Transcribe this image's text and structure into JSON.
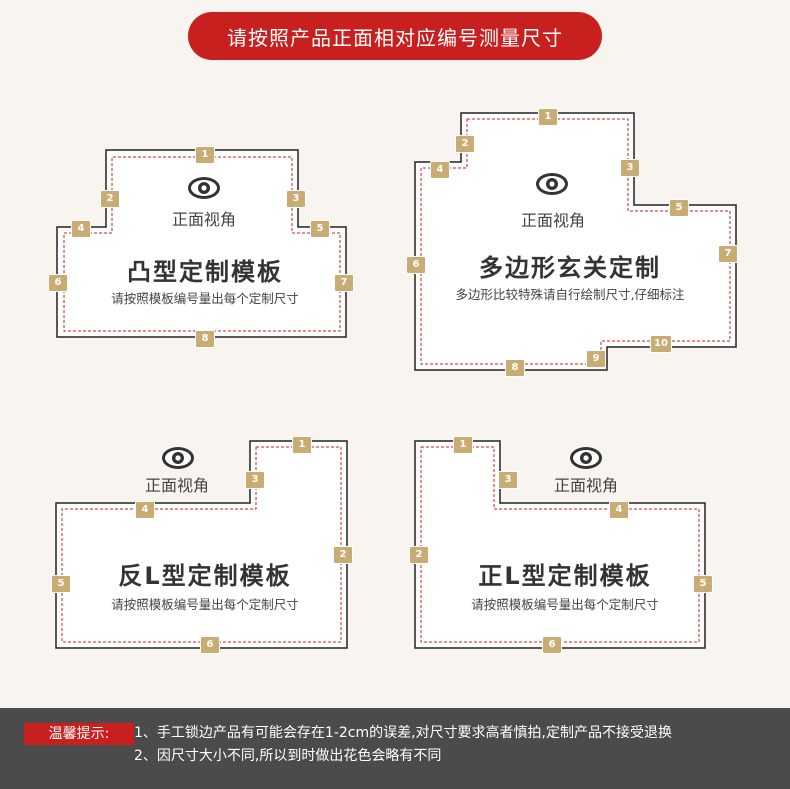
{
  "header": {
    "title": "请按照产品正面相对应编号测量尺寸"
  },
  "panels": [
    {
      "id": "convex",
      "view_label": "正面视角",
      "title": "凸型定制模板",
      "subtitle": "请按照模板编号量出每个定制尺寸",
      "numbers": [
        "1",
        "2",
        "3",
        "4",
        "5",
        "6",
        "7",
        "8"
      ]
    },
    {
      "id": "polygon",
      "view_label": "正面视角",
      "title": "多边形玄关定制",
      "subtitle": "多边形比较特殊请自行绘制尺寸,仔细标注",
      "numbers": [
        "1",
        "2",
        "3",
        "4",
        "5",
        "6",
        "7",
        "8",
        "9",
        "10"
      ]
    },
    {
      "id": "reverse-l",
      "view_label": "正面视角",
      "title": "反L型定制模板",
      "subtitle": "请按照模板编号量出每个定制尺寸",
      "numbers": [
        "1",
        "2",
        "3",
        "4",
        "5",
        "6"
      ]
    },
    {
      "id": "normal-l",
      "view_label": "正面视角",
      "title": "正L型定制模板",
      "subtitle": "请按照模板编号量出每个定制尺寸",
      "numbers": [
        "1",
        "2",
        "3",
        "4",
        "5",
        "6"
      ]
    }
  ],
  "footer": {
    "label": "温馨提示:",
    "lines": [
      "1、手工锁边产品有可能会存在1-2cm的误差,对尺寸要求高者慎拍,定制产品不接受退换",
      "2、因尺寸大小不同,所以到时做出花色会略有不同"
    ]
  },
  "colors": {
    "accent": "#c8201f",
    "badge": "#c9ab74",
    "outline": "#222222",
    "dash": "#c8201f",
    "footer_bg": "#4b4b4b"
  },
  "icons": [
    "eye-icon"
  ]
}
